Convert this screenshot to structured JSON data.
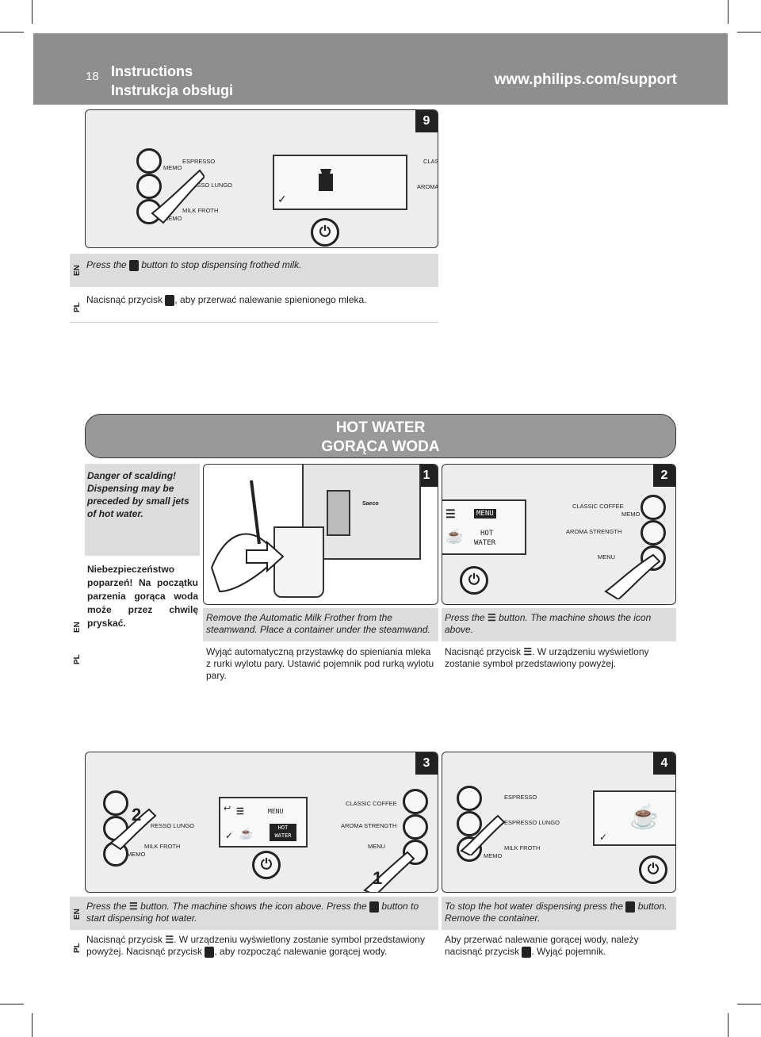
{
  "header": {
    "page_number": "18",
    "title_en": "Instructions",
    "title_pl": "Instrukcja obsługi",
    "url": "www.philips.com/support"
  },
  "lang": {
    "en": "EN",
    "pl": "PL"
  },
  "labels": {
    "espresso": "ESPRESSO",
    "espresso_lungo": "ESPRESSO LUNGO",
    "espresso_lungo_cut": "RESSO LUNGO",
    "milk_froth": "MILK FROTH",
    "memo": "MEMO",
    "classic_coffee": "CLASSIC COFFEE",
    "classic_cut": "CLASS",
    "aroma_strength": "AROMA STRENGTH",
    "aroma_cut": "AROMA",
    "menu_lbl": "MENU",
    "screen_menu": "MENU",
    "screen_hot": "HOT",
    "screen_water": "WATER",
    "saeco": "Saeco"
  },
  "step9": {
    "number": "9",
    "en_a": "Press the",
    "en_b": "button to stop dispensing frothed milk.",
    "pl_a": "Nacisnąć przycisk",
    "pl_b": ", aby przerwać nalewanie spienionego mleka."
  },
  "section": {
    "title_en": "HOT WATER",
    "title_pl": "GORĄCA WODA"
  },
  "warning": {
    "en": "Danger of scalding! Dispensing may be preceded by small jets of hot water.",
    "pl": "Niebezpieczeństwo poparzeń! Na początku parzenia gorąca woda może przez chwilę pryskać."
  },
  "step1": {
    "number": "1",
    "en": "Remove the Automatic Milk Frother from the steamwand. Place a container under the steamwand.",
    "pl": "Wyjąć automatyczną przystawkę do spieniania mleka z rurki wylotu pary. Ustawić pojemnik pod rurką wylotu pary."
  },
  "step2": {
    "number": "2",
    "en_a": "Press the",
    "en_b": "button. The machine shows the icon above.",
    "pl_a": "Nacisnąć przycisk",
    "pl_b": ". W urządzeniu wyświetlony zostanie symbol przedstawiony powyżej."
  },
  "step3": {
    "number": "3",
    "hand_1": "1",
    "hand_2": "2",
    "en_a": "Press the",
    "en_b": "button. The machine shows the icon above. Press the",
    "en_c": "button to start dispensing hot water.",
    "pl_a": "Nacisnąć przycisk",
    "pl_b": ". W urządzeniu wyświetlony zostanie symbol przedstawiony powyżej. Nacisnąć przycisk",
    "pl_c": ", aby rozpocząć nalewanie gorącej wody."
  },
  "step4": {
    "number": "4",
    "en_a": "To stop the hot water dispensing press the",
    "en_b": "button. Remove the container.",
    "pl_a": "Aby przerwać nalewanie gorącej wody, należy nacisnąć przycisk",
    "pl_b": ". Wyjąć pojemnik."
  },
  "colors": {
    "header_bg": "#8e8e8e",
    "panel_bg": "#ededed",
    "band_bg": "#dcdcdc",
    "dark": "#222222"
  }
}
